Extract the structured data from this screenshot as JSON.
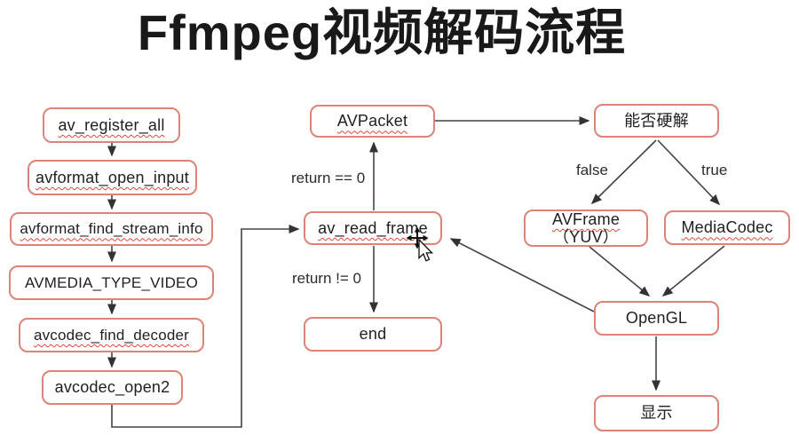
{
  "title": "Ffmpeg视频解码流程",
  "nodes": {
    "av_register_all": {
      "label": "av_register_all"
    },
    "avformat_open_input": {
      "label": "avformat_open_input"
    },
    "avformat_find_stream_info": {
      "label": "avformat_find_stream_info"
    },
    "avmedia_type_video": {
      "label": "AVMEDIA_TYPE_VIDEO"
    },
    "avcodec_find_decoder": {
      "label": "avcodec_find_decoder"
    },
    "avcodec_open2": {
      "label": "avcodec_open2"
    },
    "avpacket": {
      "label": "AVPacket"
    },
    "av_read_frame": {
      "label": "av_read_frame"
    },
    "end": {
      "label": "end"
    },
    "hw_decode_check": {
      "label": "能否硬解"
    },
    "avframe_yuv": {
      "line1": "AVFrame",
      "line2": "（YUV）"
    },
    "mediacodec": {
      "label": "MediaCodec"
    },
    "opengl": {
      "label": "OpenGL"
    },
    "display": {
      "label": "显示"
    }
  },
  "edge_labels": {
    "return_eq_0": "return == 0",
    "return_neq_0": "return != 0",
    "false_branch": "false",
    "true_branch": "true"
  },
  "colors": {
    "node_border": "#dd8379",
    "edge_line": "#3f3f3f",
    "spellcheck_underline": "#e2473c",
    "title_text": "#191919"
  }
}
